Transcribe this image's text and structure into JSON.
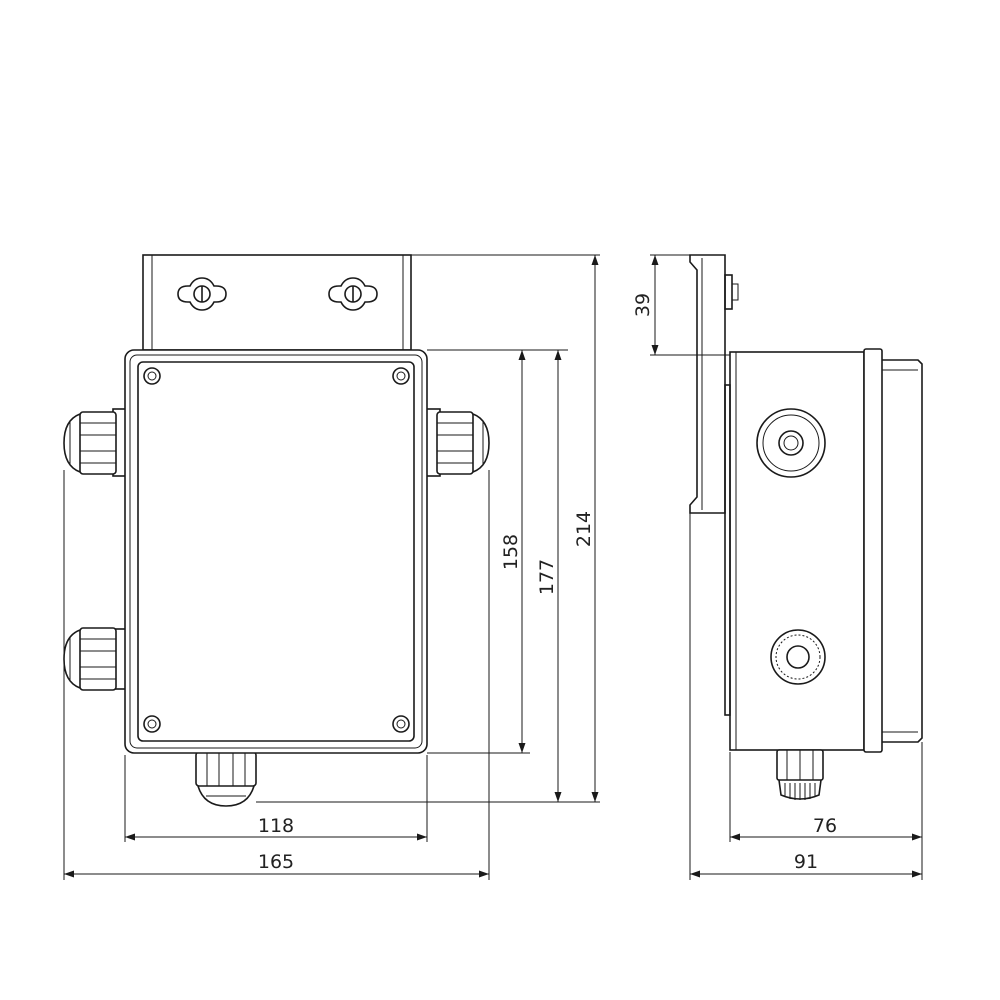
{
  "dimensions": {
    "front_width_box": "118",
    "front_width_total": "165",
    "front_height_box": "158",
    "front_height_mid": "177",
    "front_height_total": "214",
    "side_bracket_height": "39",
    "side_depth_box": "76",
    "side_depth_total": "91"
  }
}
